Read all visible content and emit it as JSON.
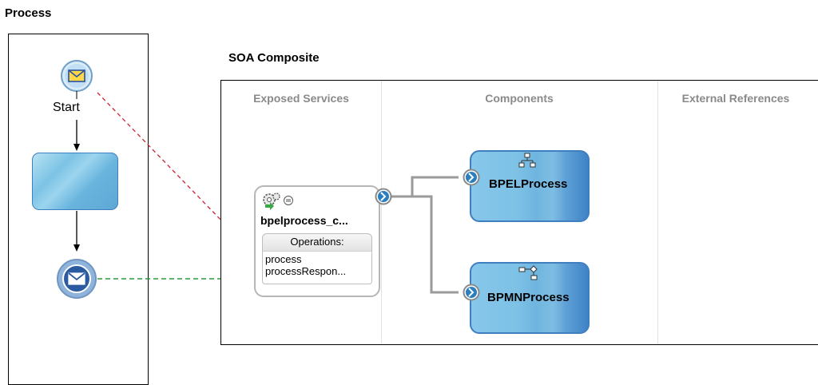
{
  "process": {
    "title": "Process",
    "start_label": "Start"
  },
  "soa": {
    "title": "SOA Composite",
    "columns": [
      "Exposed Services",
      "Components",
      "External References"
    ],
    "service": {
      "name": "bpelprocess_c...",
      "operations_header": "Operations:",
      "operations": [
        "process",
        "processRespon..."
      ]
    },
    "components": [
      {
        "name": "BPELProcess",
        "icon": "bpel-hierarchy-icon"
      },
      {
        "name": "BPMNProcess",
        "icon": "bpmn-flow-icon"
      }
    ]
  },
  "colors": {
    "red_link": "#cc2233",
    "green_link": "#2a9a3a",
    "component_blue": "#5d9fd6",
    "event_blue": "#2c5aa0"
  }
}
